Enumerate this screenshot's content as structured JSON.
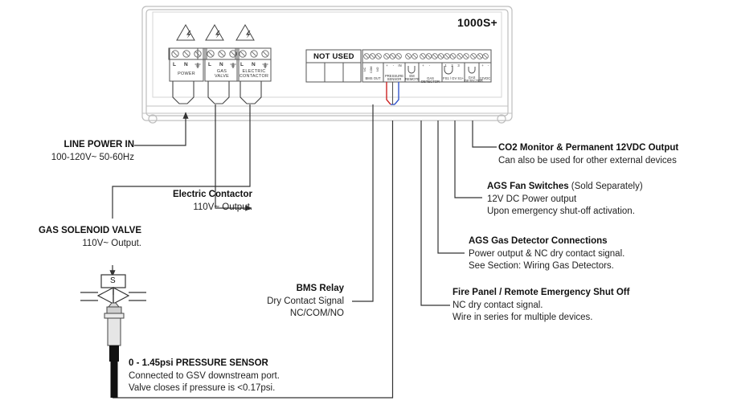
{
  "device": {
    "model": "1000S+",
    "not_used_label": "NOT USED",
    "mains_blocks": [
      {
        "name": "POWER",
        "line1": "POWER",
        "line2": "",
        "pins": [
          "L",
          "N",
          "G"
        ]
      },
      {
        "name": "GAS VALVE",
        "line1": "GAS",
        "line2": "VALVE",
        "pins": [
          "L",
          "N",
          "G"
        ]
      },
      {
        "name": "ELECTRIC CONTACTOR",
        "line1": "ELECTRIC",
        "line2": "CONTACTOR",
        "pins": [
          "L",
          "N",
          "G"
        ]
      }
    ],
    "low_voltage_groups": [
      {
        "name": "bms-relay",
        "label": "BMS  OUT",
        "pins": [
          "NC",
          "COM",
          "NO"
        ]
      },
      {
        "name": "pressure-sensor",
        "label": "PRESSURE SENSOR",
        "pins": [
          "+",
          "-",
          "IN"
        ]
      },
      {
        "name": "em-remote",
        "label": "EM REMOTE",
        "pins": [
          "",
          ""
        ]
      },
      {
        "name": "gas-detector",
        "label": "GAS DETECTOR",
        "pins": [
          "+",
          "-",
          "",
          ""
        ]
      },
      {
        "name": "fan-switch",
        "label": "FS1 / GV S1+",
        "pins": [
          "1",
          "2",
          "3"
        ]
      },
      {
        "name": "gas-detector-2",
        "label": "GAS DETECTOR",
        "pins": [
          "",
          ""
        ]
      },
      {
        "name": "twelve-vdc",
        "label": "12VDC",
        "pins": [
          "+",
          "-"
        ]
      }
    ]
  },
  "callouts": {
    "line_power": {
      "title": "LINE POWER IN",
      "lines": [
        "100-120V~  50-60Hz"
      ]
    },
    "electric_contactor": {
      "title": "Electric Contactor",
      "lines": [
        "110V~ Output."
      ]
    },
    "gas_solenoid_valve": {
      "title": "GAS SOLENOID VALVE",
      "lines": [
        "110V~ Output."
      ]
    },
    "bms_relay": {
      "title": "BMS Relay",
      "lines": [
        "Dry Contact Signal",
        "NC/COM/NO"
      ]
    },
    "pressure_sensor": {
      "title": "0 - 1.45psi PRESSURE SENSOR",
      "lines": [
        "Connected to GSV downstream port.",
        "Valve closes if pressure is <0.17psi."
      ]
    },
    "fire_panel": {
      "title": "Fire Panel / Remote Emergency Shut Off",
      "lines": [
        "NC dry contact signal.",
        "Wire in series for multiple devices."
      ]
    },
    "gas_detector": {
      "title": "AGS Gas Detector Connections",
      "lines": [
        "Power output & NC dry contact signal.",
        "See Section: Wiring Gas Detectors."
      ]
    },
    "fan_switches": {
      "title": "AGS Fan Switches",
      "title_suffix": " (Sold Separately)",
      "lines": [
        "12V DC Power output",
        "Upon emergency shut-off activation."
      ]
    },
    "co2_monitor": {
      "title": "CO2 Monitor & Permanent 12VDC Output",
      "lines": [
        "Can also be used for other external devices"
      ]
    }
  },
  "symbols": {
    "solenoid_letter": "S",
    "hazard_icon": "high-voltage-warning"
  },
  "colors": {
    "line": "#333333",
    "device_outline": "#b8b8b8",
    "wire_red": "#cc2222",
    "wire_blue": "#3355cc",
    "text": "#1a1a1a"
  }
}
